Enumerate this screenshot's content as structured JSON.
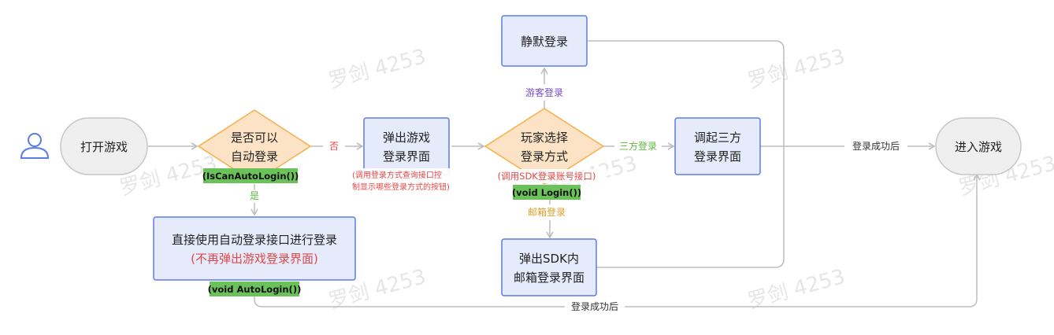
{
  "nodes": {
    "open_game": "打开游戏",
    "auto_check_l1": "是否可以",
    "auto_check_l2": "自动登录",
    "auto_check_tag": "(IsCanAutoLogin())",
    "popup_ui_l1": "弹出游戏",
    "popup_ui_l2": "登录界面",
    "popup_ui_note_l1": "(调用登录方式查询接口控",
    "popup_ui_note_l2": "制显示哪些登录方式的按钮)",
    "choose_l1": "玩家选择",
    "choose_l2": "登录方式",
    "choose_note": "(调用SDK登录账号接口)",
    "choose_tag": "(void Login())",
    "silent": "静默登录",
    "third_l1": "调起三方",
    "third_l2": "登录界面",
    "mail_l1": "弹出SDK内",
    "mail_l2": "邮箱登录界面",
    "direct_l1": "直接使用自动登录接口进行登录",
    "direct_l2": "(不再弹出游戏登录界面)",
    "direct_tag": "(void AutoLogin())",
    "enter_game": "进入游戏"
  },
  "edges": {
    "no": "否",
    "yes": "是",
    "guest": "游客登录",
    "third": "三方登录",
    "mail": "邮箱登录",
    "success_top": "登录成功后",
    "success_bottom": "登录成功后"
  },
  "watermark": "罗剑 4253",
  "icons": {
    "user": "user-icon"
  },
  "colors": {
    "box_fill": "#e6ebfb",
    "box_stroke": "#5b7be6",
    "diamond_fill": "#fde3c6",
    "diamond_stroke": "#f5b04a",
    "pill_fill": "#efefef",
    "pill_stroke": "#c7c7c7",
    "tag_fill": "#6cc25a",
    "arrow": "#bdbdbd",
    "red": "#e04848",
    "green": "#5dbb3c",
    "purple": "#7a4cc9",
    "gold": "#d9a02a",
    "watermark": "#e4e4e4"
  }
}
